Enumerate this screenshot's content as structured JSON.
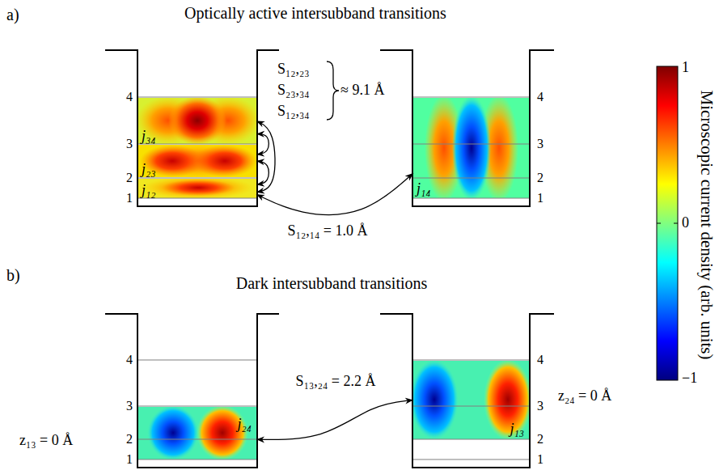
{
  "diagram": {
    "nodes": [
      {
        "text": [
          "j₃₄"
        ]
      },
      {
        "text": [
          "j₂₃"
        ]
      },
      {
        "text": [
          "j₁₂"
        ]
      },
      {
        "text": [
          "j₁₄"
        ]
      },
      {
        "text": [
          "j₂₄"
        ]
      },
      {
        "text": [
          "j₁₃"
        ]
      }
    ],
    "edges": [
      {
        "from": 2,
        "to": 1,
        "arrow": "both"
      },
      {
        "from": 1,
        "to": 0,
        "arrow": "both"
      },
      {
        "from": 2,
        "to": 0,
        "arrow": "both"
      },
      {
        "from": 2,
        "to": 3,
        "arrow": "both",
        "label": "S₁₂,₁₄ = 1.0 Å"
      },
      {
        "from": 4,
        "to": 5,
        "arrow": "both",
        "label": "S₁₃,₂₄ = 2.2 Å"
      }
    ],
    "labels": [
      "a)",
      "Optically active intersubband transitions",
      "4",
      "3",
      "2",
      "1",
      "4",
      "3",
      "2",
      "1",
      "S₁₂,₂₃",
      "S₂₃,₃₄",
      "S₁₂,₃₄",
      "≈ 9.1 Å",
      "b)",
      "Dark intersubband transitions",
      "4",
      "3",
      "2",
      "1",
      "4",
      "3",
      "2",
      "1",
      "z₁₃ = 0 Å",
      "z₂₄ = 0 Å",
      "1",
      "0",
      "−1",
      "Microscopic current density (arb. units)"
    ]
  }
}
